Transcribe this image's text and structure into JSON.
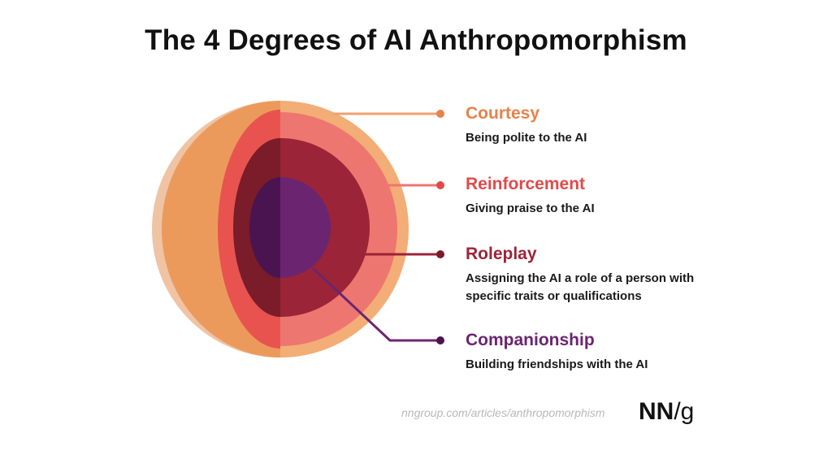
{
  "title": "The 4 Degrees of AI Anthropomorphism",
  "colors": {
    "courtesy": "#e8814a",
    "reinforcement": "#e04a4a",
    "roleplay": "#9b2438",
    "companionship": "#6b2570"
  },
  "degrees": [
    {
      "name": "Courtesy",
      "description": "Being polite to the AI"
    },
    {
      "name": "Reinforcement",
      "description": "Giving praise to the AI"
    },
    {
      "name": "Roleplay",
      "description": "Assigning the AI a role of a person with specific traits or qualifications"
    },
    {
      "name": "Companionship",
      "description": "Building friendships with the AI"
    }
  ],
  "footer": {
    "url": "nngroup.com/articles/anthropomorphism",
    "logo_nn": "NN",
    "logo_slash_g": "/g"
  }
}
